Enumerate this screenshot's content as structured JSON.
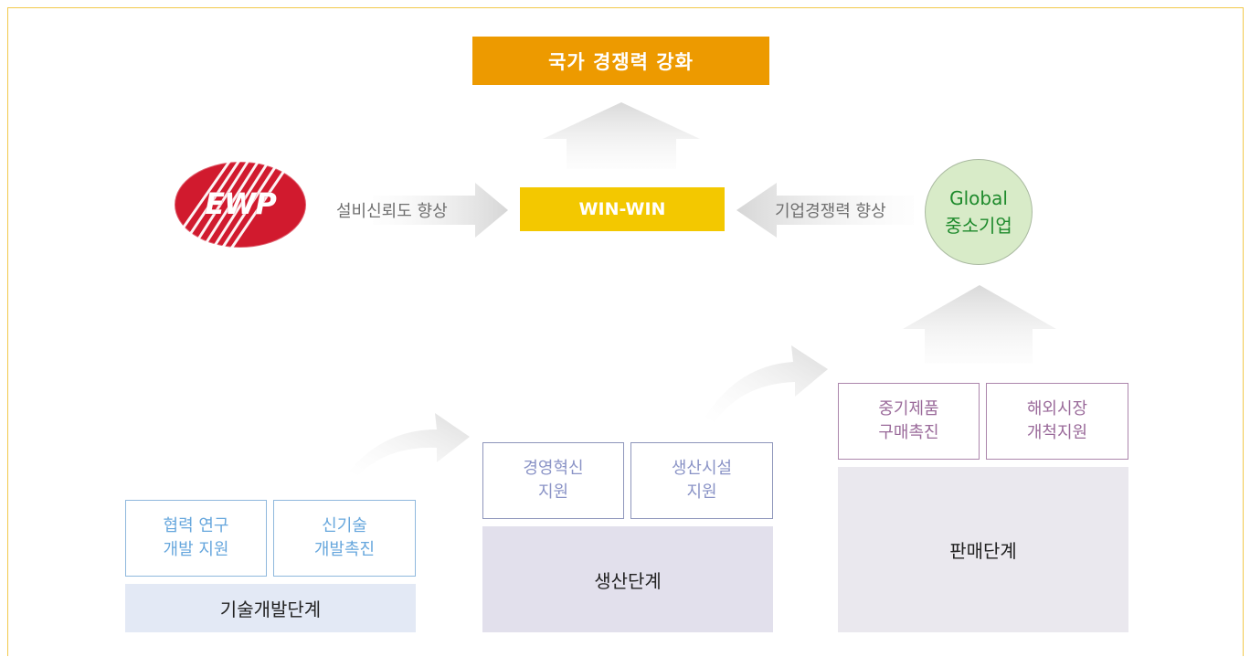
{
  "top": {
    "label": "국가 경쟁력 강화"
  },
  "center": {
    "label": "WIN-WIN"
  },
  "left_arrow_label": "설비신뢰도 향상",
  "right_arrow_label": "기업경쟁력 향상",
  "logo": {
    "text": "EWP"
  },
  "global": {
    "line1": "Global",
    "line2": "중소기업"
  },
  "stages": [
    {
      "name": "기술개발단계",
      "items": [
        "협력 연구\n개발 지원",
        "신기술\n개발촉진"
      ]
    },
    {
      "name": "생산단계",
      "items": [
        "경영혁신\n지원",
        "생산시설\n지원"
      ]
    },
    {
      "name": "판매단계",
      "items": [
        "중기제품\n구매촉진",
        "해외시장\n개척지원"
      ]
    }
  ],
  "colors": {
    "top": "#ed9a00",
    "center": "#f3c800",
    "logo": "#d11a2e",
    "globe": "#d8ebc8",
    "frame": "#f2c94c"
  }
}
